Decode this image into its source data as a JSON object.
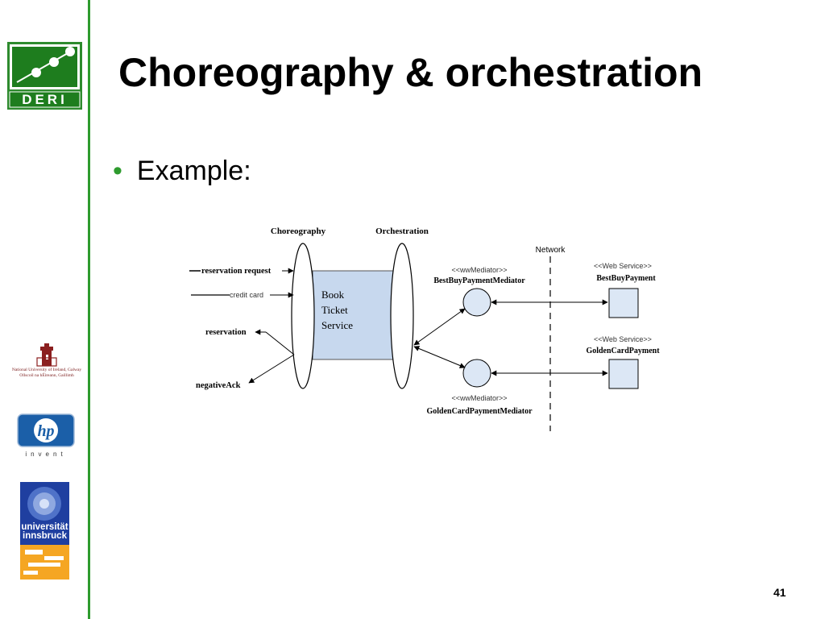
{
  "slide": {
    "title": "Choreography & orchestration",
    "bullet": "Example:",
    "page_number": "41"
  },
  "logos": {
    "deri_text": "DERI",
    "galway_line1": "National University of Ireland, Galway",
    "galway_line2": "Ollscoil na hÉireann, Gaillimh",
    "hp_text": "hp",
    "hp_tagline": "invent",
    "uibk_line1": "universität",
    "uibk_line2": "innsbruck"
  },
  "diagram": {
    "choreography_label": "Choreography",
    "orchestration_label": "Orchestration",
    "network_label": "Network",
    "service_text_line1": "Book",
    "service_text_line2": "Ticket",
    "service_text_line3": "Service",
    "msg_reservation_request": "reservation request",
    "msg_credit_card": "credit card",
    "msg_reservation": "reservation",
    "msg_negative_ack": "negativeAck",
    "mediator_stereotype_1": "<<wwMediator>>",
    "mediator_name_1": "BestBuyPaymentMediator",
    "mediator_stereotype_2": "<<wwMediator>>",
    "mediator_name_2": "GoldenCardPaymentMediator",
    "ws_stereotype_1": "<<Web Service>>",
    "ws_name_1": "BestBuyPayment",
    "ws_stereotype_2": "<<Web Service>>",
    "ws_name_2": "GoldenCardPayment",
    "colors": {
      "service_fill": "#c7d8ee",
      "mediator_fill": "#dce7f5"
    }
  },
  "theme": {
    "accent": "#2e9b2e",
    "deri_green": "#1e7d1e"
  }
}
